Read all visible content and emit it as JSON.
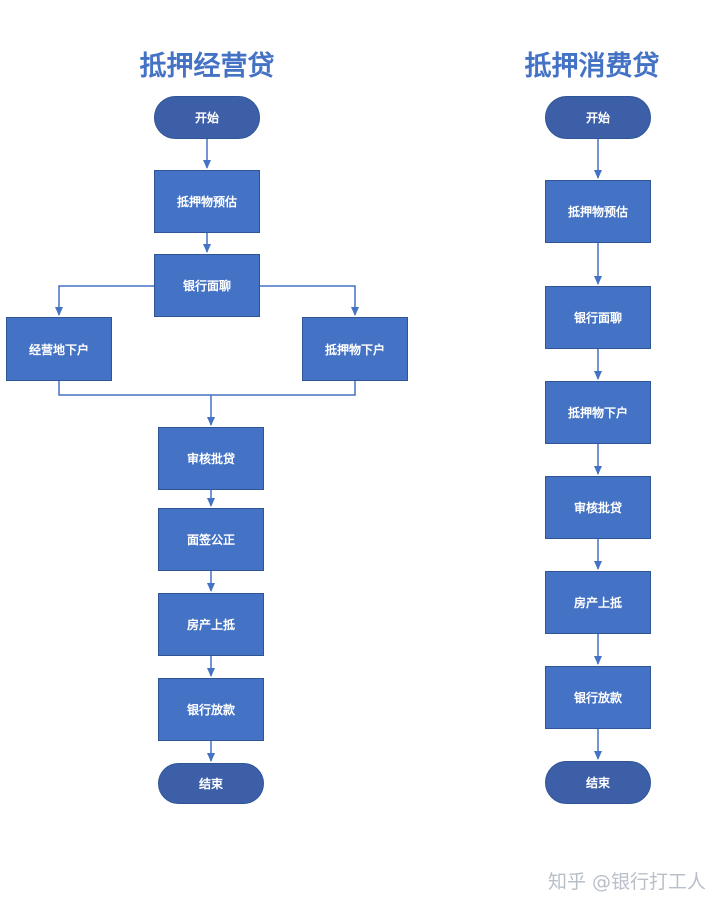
{
  "left_flow": {
    "title": "抵押经营贷",
    "start": "开始",
    "estimate": "抵押物预估",
    "interview": "银行面聊",
    "branch_business": "经营地下户",
    "branch_collateral": "抵押物下户",
    "approval": "审核批贷",
    "notary": "面签公正",
    "mortgage": "房产上抵",
    "disburse": "银行放款",
    "end": "结束"
  },
  "right_flow": {
    "title": "抵押消费贷",
    "start": "开始",
    "estimate": "抵押物预估",
    "interview": "银行面聊",
    "collateral_visit": "抵押物下户",
    "approval": "审核批贷",
    "mortgage": "房产上抵",
    "disburse": "银行放款",
    "end": "结束"
  },
  "watermark": "知乎 @银行打工人",
  "colors": {
    "box": "#4472C4",
    "terminal": "#3d5fa8",
    "title": "#4472C4",
    "arrow": "#4472C4"
  }
}
